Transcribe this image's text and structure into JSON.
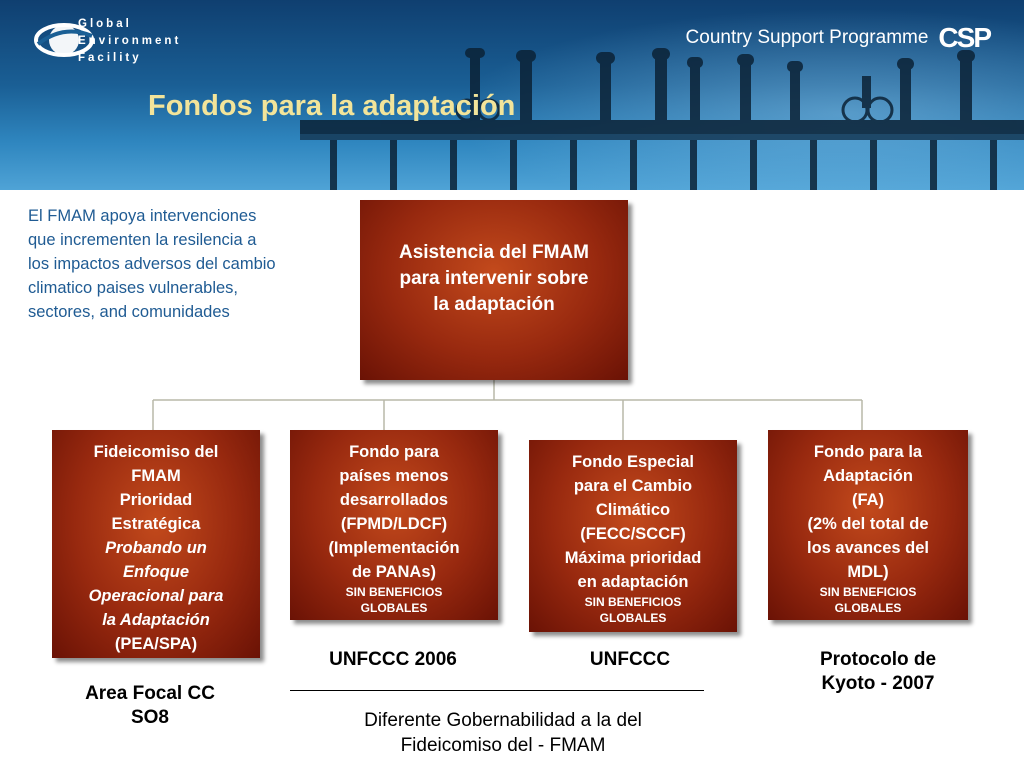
{
  "header": {
    "logo_lines": [
      "Global",
      "Environment",
      "Facility"
    ],
    "programme": "Country Support Programme",
    "programme_mark": "CSP",
    "title": "Fondos para la adaptación"
  },
  "intro": "El FMAM apoya intervenciones que incrementen la resilencia a los impactos adversos del cambio climatico paises vulnerables, sectores, and comunidades",
  "root": {
    "lines": [
      "Asistencia del FMAM",
      "para intervenir sobre",
      "la adaptación"
    ]
  },
  "children": [
    {
      "lines": [
        "Fideicomiso del",
        "FMAM",
        "Prioridad",
        "Estratégica"
      ],
      "italic_lines": [
        "Probando un",
        "Enfoque",
        "Operacional para",
        "la Adaptación"
      ],
      "tail": "(PEA/SPA)"
    },
    {
      "lines": [
        "Fondo para",
        "países menos",
        "desarrollados",
        "(FPMD/LDCF)",
        "(Implementación",
        "de PANAs)"
      ],
      "small": [
        "SIN BENEFICIOS",
        "GLOBALES"
      ]
    },
    {
      "lines": [
        "Fondo Especial",
        "para el Cambio",
        "Climático",
        "(FECC/SCCF)",
        "Máxima prioridad",
        "en adaptación"
      ],
      "small": [
        "SIN BENEFICIOS",
        "GLOBALES"
      ]
    },
    {
      "lines": [
        "Fondo para la",
        "Adaptación",
        "(FA)",
        "(2% del total de",
        "los avances del",
        "MDL)"
      ],
      "small": [
        "SIN BENEFICIOS",
        "GLOBALES"
      ]
    }
  ],
  "labels": {
    "area_focal": [
      "Area Focal CC",
      "SO8"
    ],
    "unfccc_2006": "UNFCCC 2006",
    "unfccc": "UNFCCC",
    "kyoto": [
      "Protocolo de",
      "Kyoto - 2007"
    ],
    "governance": [
      "Diferente Gobernabilidad a la del",
      "Fideicomiso del  - FMAM"
    ]
  },
  "colors": {
    "title": "#f2e49a",
    "intro_text": "#1f5b93",
    "box_dark": "#6a1205",
    "box_mid": "#98290f",
    "box_light": "#c34a1c"
  }
}
